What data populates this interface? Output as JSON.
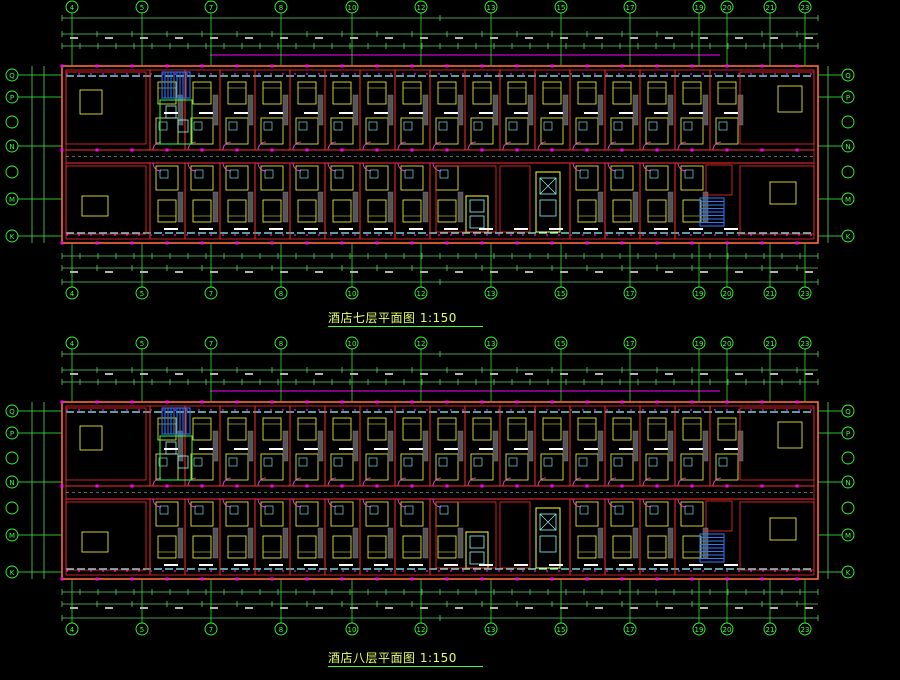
{
  "colors": {
    "background": "#000000",
    "grid_axis": "#35ff35",
    "dimension": "#5ccf6e",
    "wall": "#ff2b2b",
    "door": "#ff47ff",
    "window": "#8ffcff",
    "furniture": "#ffff33",
    "stair": "#2c7bff",
    "accent_magenta": "#ff00ff",
    "text_white": "#ffffff"
  },
  "column_axes": [
    "4",
    "5",
    "7",
    "8",
    "10",
    "12",
    "13",
    "15",
    "17",
    "19",
    "20",
    "21",
    "23"
  ],
  "row_axes": [
    "Q",
    "P",
    "N",
    "M",
    "K"
  ],
  "plans": [
    {
      "id": "seventh-floor",
      "title": "酒店七层平面图 1:150"
    },
    {
      "id": "eighth-floor",
      "title": "酒店八层平面图 1:150"
    }
  ]
}
